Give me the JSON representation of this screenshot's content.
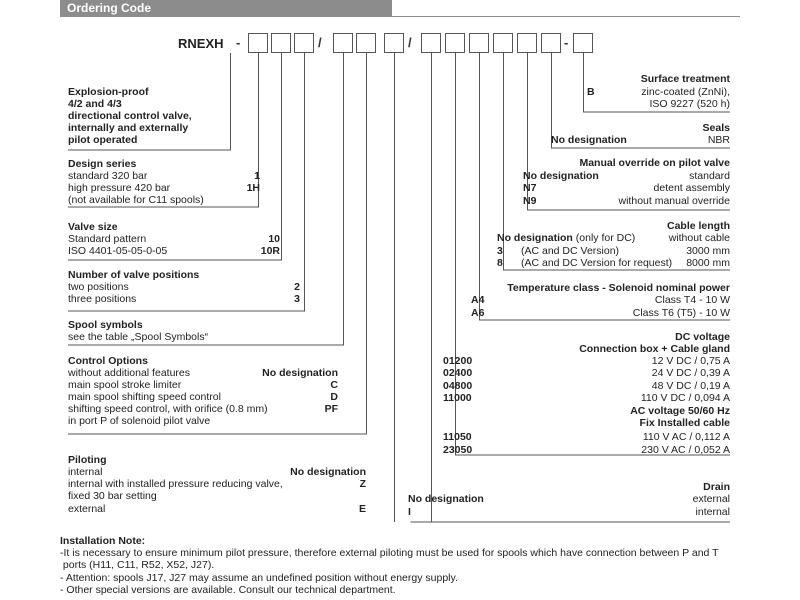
{
  "header": "Ordering Code",
  "code": {
    "prefix": "RNEXH",
    "sep_dash": "-",
    "sep_slash": "/"
  },
  "left": {
    "explosion": [
      "Explosion-proof",
      "4/2 and 4/3",
      "directional control valve,",
      "internally and externally",
      "pilot operated"
    ],
    "design": {
      "title": "Design series",
      "rows": [
        {
          "label": "standard 320 bar",
          "code": "1"
        },
        {
          "label": "high pressure 420 bar",
          "code": "1H"
        },
        {
          "label": "(not available for C11 spools)",
          "code": ""
        }
      ]
    },
    "size": {
      "title": "Valve size",
      "rows": [
        {
          "label": "Standard pattern",
          "code": "10"
        },
        {
          "label": "ISO 4401-05-05-0-05",
          "code": "10R"
        }
      ]
    },
    "positions": {
      "title": "Number of valve positions",
      "rows": [
        {
          "label": "two positions",
          "code": "2"
        },
        {
          "label": "three positions",
          "code": "3"
        }
      ]
    },
    "spool": {
      "title": "Spool symbols",
      "text": "see the table „Spool Symbols“"
    },
    "control": {
      "title": "Control Options",
      "rows": [
        {
          "label": "without additional features",
          "code": "No designation"
        },
        {
          "label": "main spool stroke limiter",
          "code": "C"
        },
        {
          "label": "main spool shifting speed control",
          "code": "D"
        },
        {
          "label": "shifting speed control, with orifice (0.8 mm)",
          "code": "PF"
        },
        {
          "label": "in port P of solenoid pilot valve",
          "code": ""
        }
      ]
    },
    "piloting": {
      "title": "Piloting",
      "rows": [
        {
          "label": "internal",
          "code": "No designation"
        },
        {
          "label": "internal with installed pressure reducing valve,",
          "code": "Z"
        },
        {
          "label": "fixed 30 bar setting",
          "code": ""
        },
        {
          "label": "external",
          "code": "E"
        }
      ]
    }
  },
  "right": {
    "surface": {
      "title": "Surface treatment",
      "code": "B",
      "lines": [
        "zinc-coated (ZnNi),",
        "ISO 9227 (520 h)"
      ]
    },
    "seals": {
      "title": "Seals",
      "code": "No designation",
      "value": "NBR"
    },
    "override": {
      "title": "Manual override on pilot valve",
      "rows": [
        {
          "code": "No designation",
          "value": "standard"
        },
        {
          "code": "N7",
          "value": "detent assembly"
        },
        {
          "code": "N9",
          "value": "without manual override"
        }
      ]
    },
    "cable": {
      "title": "Cable length",
      "rows": [
        {
          "code": "No designation",
          "note": "(only for DC)",
          "value": "without cable"
        },
        {
          "code": "3",
          "note": "(AC and DC Version)",
          "value": "3000 mm"
        },
        {
          "code": "8",
          "note": "(AC and DC Version for request)",
          "value": "8000 mm"
        }
      ]
    },
    "temperature": {
      "title": "Temperature class - Solenoid nominal power",
      "rows": [
        {
          "code": "A4",
          "value": "Class T4 - 10 W"
        },
        {
          "code": "A6",
          "value": "Class T6 (T5) - 10 W"
        }
      ]
    },
    "voltage": {
      "dc_title": "DC voltage",
      "dc_subtitle": "Connection box + Cable gland",
      "dc_rows": [
        {
          "code": "01200",
          "value": "12 V DC / 0,75 A"
        },
        {
          "code": "02400",
          "value": "24 V DC / 0,39 A"
        },
        {
          "code": "04800",
          "value": "48 V DC / 0,19 A"
        },
        {
          "code": "11000",
          "value": "110 V DC / 0,094 A"
        }
      ],
      "ac_title": "AC voltage 50/60 Hz",
      "ac_subtitle": "Fix Installed cable",
      "ac_rows": [
        {
          "code": "11050",
          "value": "110 V AC / 0,112 A"
        },
        {
          "code": "23050",
          "value": "230 V AC / 0,052 A"
        }
      ]
    },
    "drain": {
      "title": "Drain",
      "rows": [
        {
          "code": "No designation",
          "value": "external"
        },
        {
          "code": "I",
          "value": "internal"
        }
      ]
    }
  },
  "note": {
    "title": "Installation Note:",
    "lines": [
      "-It is necessary to ensure minimum pilot pressure, therefore external piloting must be used for spools which have connection between P and T",
      " ports (H11, C11, R52, X52, J27).",
      "- Attention: spools J17, J27 may assume an undefined position without energy supply.",
      "- Other special versions are available. Consult our technical department."
    ]
  }
}
